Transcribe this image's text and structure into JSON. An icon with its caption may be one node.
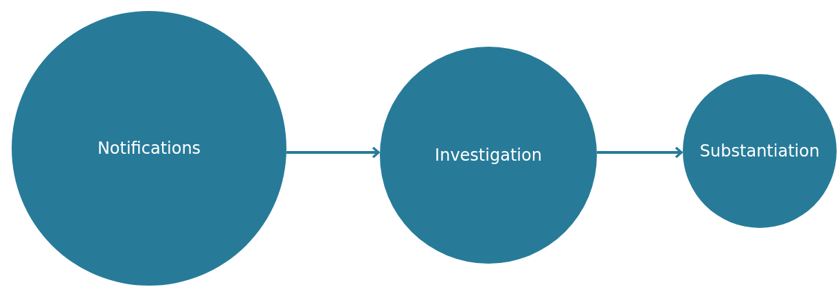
{
  "diagram": {
    "nodes": [
      {
        "text": [
          "Notifications"
        ]
      },
      {
        "text": [
          "Investigation"
        ]
      },
      {
        "text": [
          "Substantiation"
        ]
      }
    ],
    "edges": [
      {
        "from": 0,
        "to": 1,
        "arrow": "to"
      },
      {
        "from": 1,
        "to": 2,
        "arrow": "to"
      }
    ]
  }
}
